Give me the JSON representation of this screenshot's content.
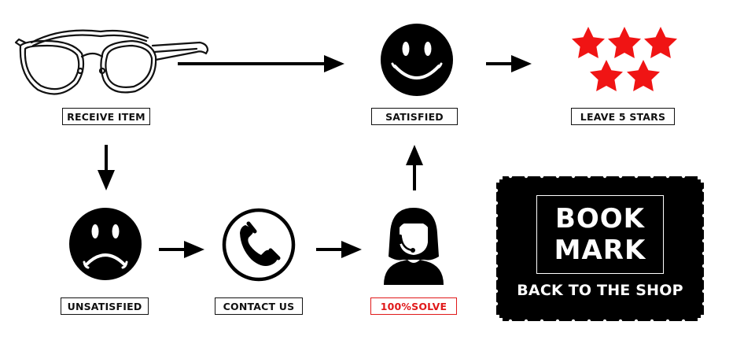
{
  "steps": {
    "receive_item": "RECEIVE ITEM",
    "satisfied": "SATISFIED",
    "leave_stars": "LEAVE 5 STARS",
    "unsatisfied": "UNSATISFIED",
    "contact_us": "CONTACT US",
    "solve": "100%SOLVE"
  },
  "bookmark": {
    "line1": "BOOK",
    "line2": "MARK",
    "cta": "BACK TO THE SHOP"
  },
  "colors": {
    "ink": "#111111",
    "star": "#f01414",
    "solve_label": "#e0191a"
  },
  "icons": [
    "glasses-icon",
    "happy-face-icon",
    "five-stars-icon",
    "sad-face-icon",
    "phone-icon",
    "support-agent-icon"
  ]
}
